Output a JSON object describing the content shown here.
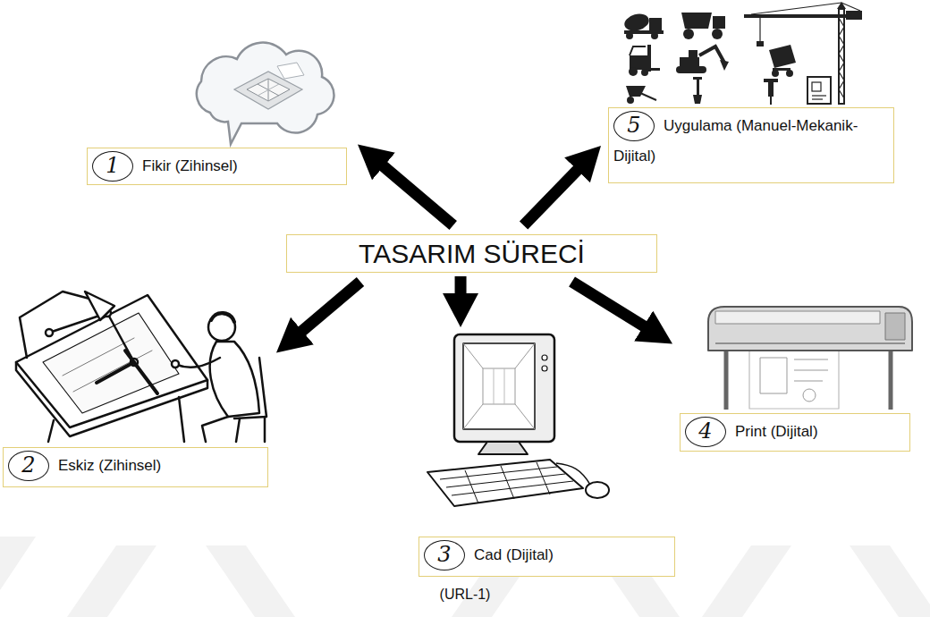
{
  "diagram": {
    "caption": "(URL-1)",
    "nodes": [
      {
        "text": [
          "TASARIM SÜRECİ"
        ]
      },
      {
        "text": [
          "1",
          "Fikir (Zihinsel)"
        ]
      },
      {
        "text": [
          "2",
          "Eskiz (Zihinsel)"
        ]
      },
      {
        "text": [
          "3",
          "Cad (Dijital)"
        ]
      },
      {
        "text": [
          "4",
          "Print (Dijital)"
        ]
      },
      {
        "text": [
          "5",
          "Uygulama (Manuel-Mekanik-Dijital)"
        ]
      }
    ],
    "edges": [
      {
        "from": 0,
        "to": 1,
        "arrow": "to"
      },
      {
        "from": 0,
        "to": 2,
        "arrow": "to"
      },
      {
        "from": 0,
        "to": 3,
        "arrow": "to"
      },
      {
        "from": 0,
        "to": 4,
        "arrow": "to"
      },
      {
        "from": 0,
        "to": 5,
        "arrow": "to"
      }
    ]
  }
}
